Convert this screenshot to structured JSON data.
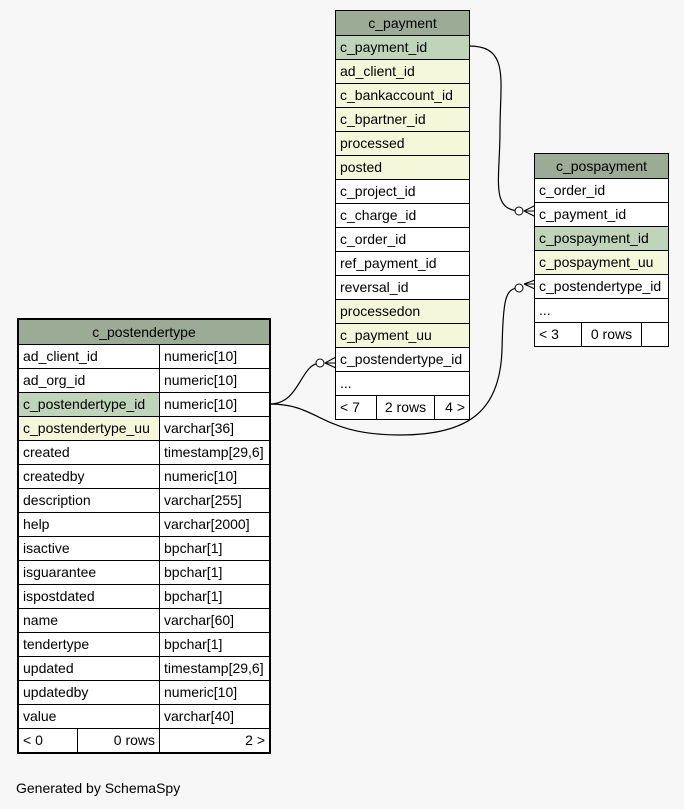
{
  "footer": "Generated by SchemaSpy",
  "c_payment": {
    "title": "c_payment",
    "columns": [
      "c_payment_id",
      "ad_client_id",
      "c_bankaccount_id",
      "c_bpartner_id",
      "processed",
      "posted",
      "c_project_id",
      "c_charge_id",
      "c_order_id",
      "ref_payment_id",
      "reversal_id",
      "processedon",
      "c_payment_uu",
      "c_postendertype_id",
      "..."
    ],
    "summary": {
      "left": "< 7",
      "mid": "2 rows",
      "right": "4 >"
    }
  },
  "c_pospayment": {
    "title": "c_pospayment",
    "columns": [
      "c_order_id",
      "c_payment_id",
      "c_pospayment_id",
      "c_pospayment_uu",
      "c_postendertype_id",
      "..."
    ],
    "summary": {
      "left": "< 3",
      "mid": "0 rows",
      "right": ""
    }
  },
  "c_postendertype": {
    "title": "c_postendertype",
    "columns": [
      {
        "name": "ad_client_id",
        "type": "numeric[10]"
      },
      {
        "name": "ad_org_id",
        "type": "numeric[10]"
      },
      {
        "name": "c_postendertype_id",
        "type": "numeric[10]"
      },
      {
        "name": "c_postendertype_uu",
        "type": "varchar[36]"
      },
      {
        "name": "created",
        "type": "timestamp[29,6]"
      },
      {
        "name": "createdby",
        "type": "numeric[10]"
      },
      {
        "name": "description",
        "type": "varchar[255]"
      },
      {
        "name": "help",
        "type": "varchar[2000]"
      },
      {
        "name": "isactive",
        "type": "bpchar[1]"
      },
      {
        "name": "isguarantee",
        "type": "bpchar[1]"
      },
      {
        "name": "ispostdated",
        "type": "bpchar[1]"
      },
      {
        "name": "name",
        "type": "varchar[60]"
      },
      {
        "name": "tendertype",
        "type": "bpchar[1]"
      },
      {
        "name": "updated",
        "type": "timestamp[29,6]"
      },
      {
        "name": "updatedby",
        "type": "numeric[10]"
      },
      {
        "name": "value",
        "type": "varchar[40]"
      }
    ],
    "summary": {
      "left": "< 0",
      "mid": "0 rows",
      "right": "2 >"
    }
  }
}
